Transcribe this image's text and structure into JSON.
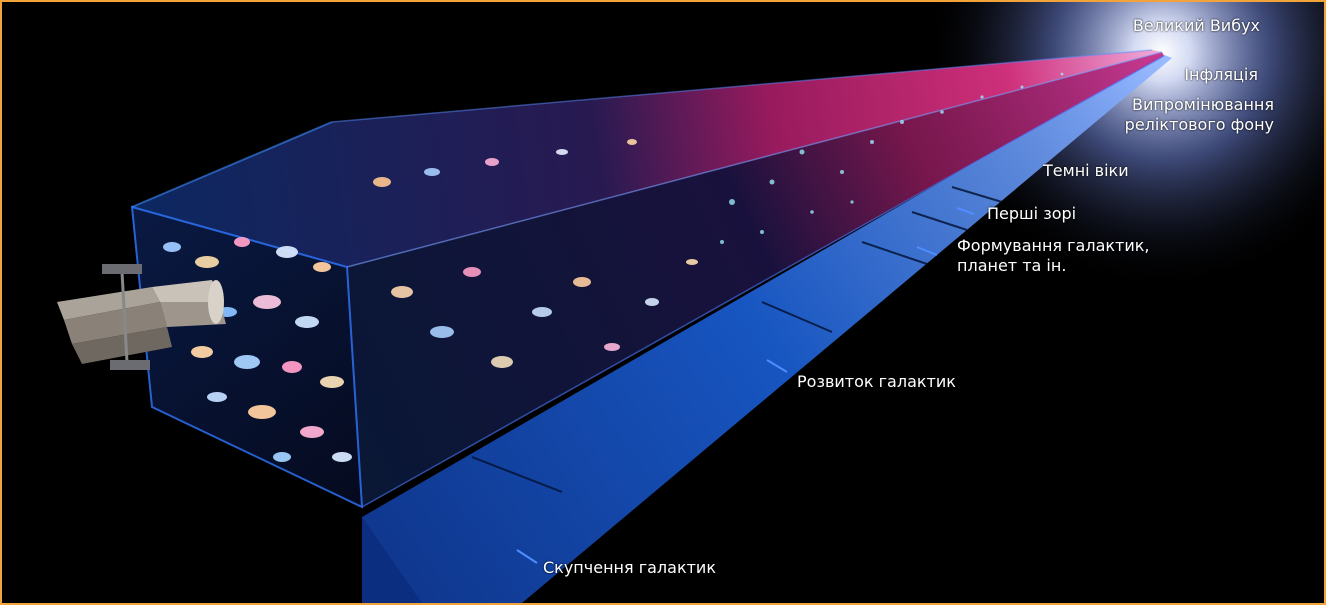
{
  "labels": {
    "big_bang": "Великий Вибух",
    "inflation": "Інфляція",
    "cmb_line1": "Випромінювання",
    "cmb_line2": "реліктового фону",
    "dark_ages": "Темні віки",
    "first_stars": "Перші зорі",
    "galaxy_formation_line1": "Формування галактик,",
    "galaxy_formation_line2": "планет та ін.",
    "galaxy_development": "Розвиток галактик",
    "galaxy_clusters": "Скупчення галактик"
  },
  "colors": {
    "frame_border": "#f2a33a",
    "background": "#000000",
    "glow": "#c9d6ff",
    "cone_magenta": "#d4217a",
    "floor_blue": "#1a5fd6",
    "text": "#ffffff"
  },
  "icons": {
    "telescope": "hubble-telescope-icon"
  }
}
